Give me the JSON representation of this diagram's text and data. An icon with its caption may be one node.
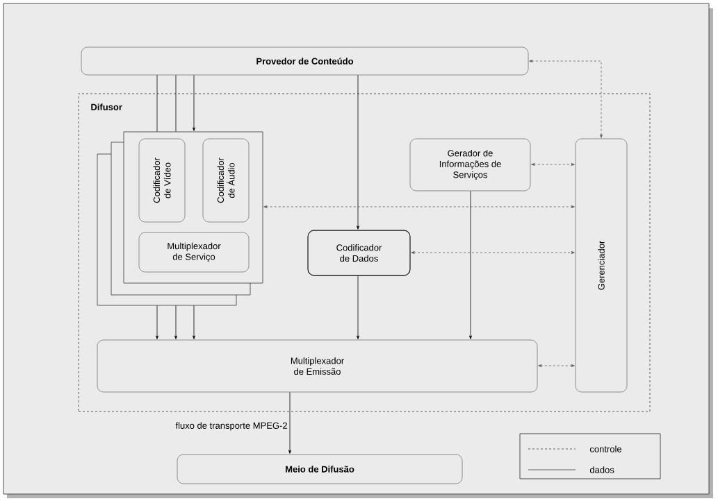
{
  "diagram": {
    "nodes": [
      {
        "text": [
          "Provedor de Conteúdo"
        ]
      },
      {
        "text": [
          "Difusor"
        ]
      },
      {
        "text": [],
        "shape": "box",
        "in": 1
      },
      {
        "text": [],
        "shape": "box",
        "in": 1
      },
      {
        "text": [],
        "shape": "box",
        "in": 1
      },
      {
        "text": [
          "Codificador de Vídeo"
        ],
        "in": 4
      },
      {
        "text": [
          "Codificador de Áudio"
        ],
        "in": 4
      },
      {
        "text": [
          "Multiplexador de Serviço"
        ],
        "in": 4
      },
      {
        "text": [
          "Codificador de Dados"
        ],
        "in": 1
      },
      {
        "text": [
          "Gerador de Informações de Serviços"
        ],
        "in": 1
      },
      {
        "text": [
          "Gerenciador"
        ],
        "in": 1
      },
      {
        "text": [
          "Multiplexador de Emissão"
        ],
        "in": 1
      },
      {
        "text": [
          "Meio de Difusão"
        ]
      }
    ],
    "edges": [
      {
        "from": 0,
        "to": 4,
        "arrow": "none"
      },
      {
        "from": 0,
        "to": 4,
        "arrow": "none"
      },
      {
        "from": 0,
        "to": 4,
        "arrow": "to"
      },
      {
        "from": 0,
        "to": 8,
        "arrow": "to"
      },
      {
        "from": 2,
        "to": 11,
        "arrow": "to"
      },
      {
        "from": 2,
        "to": 11,
        "arrow": "to"
      },
      {
        "from": 2,
        "to": 11,
        "arrow": "to"
      },
      {
        "from": 8,
        "to": 11,
        "arrow": "to"
      },
      {
        "from": 9,
        "to": 11,
        "arrow": "to"
      },
      {
        "from": 11,
        "to": 12,
        "arrow": "to",
        "label": "fluxo de transporte MPEG-2"
      },
      {
        "from": 0,
        "to": 10,
        "arrow": "both",
        "style": "dashed"
      },
      {
        "from": 9,
        "to": 10,
        "arrow": "both",
        "style": "dashed"
      },
      {
        "from": 4,
        "to": 10,
        "arrow": "both",
        "style": "dashed"
      },
      {
        "from": 8,
        "to": 10,
        "arrow": "both",
        "style": "dashed"
      },
      {
        "from": 11,
        "to": 10,
        "arrow": "both",
        "style": "dashed"
      }
    ],
    "legend": [
      {
        "text": "controle"
      },
      {
        "text": "dados"
      }
    ]
  }
}
